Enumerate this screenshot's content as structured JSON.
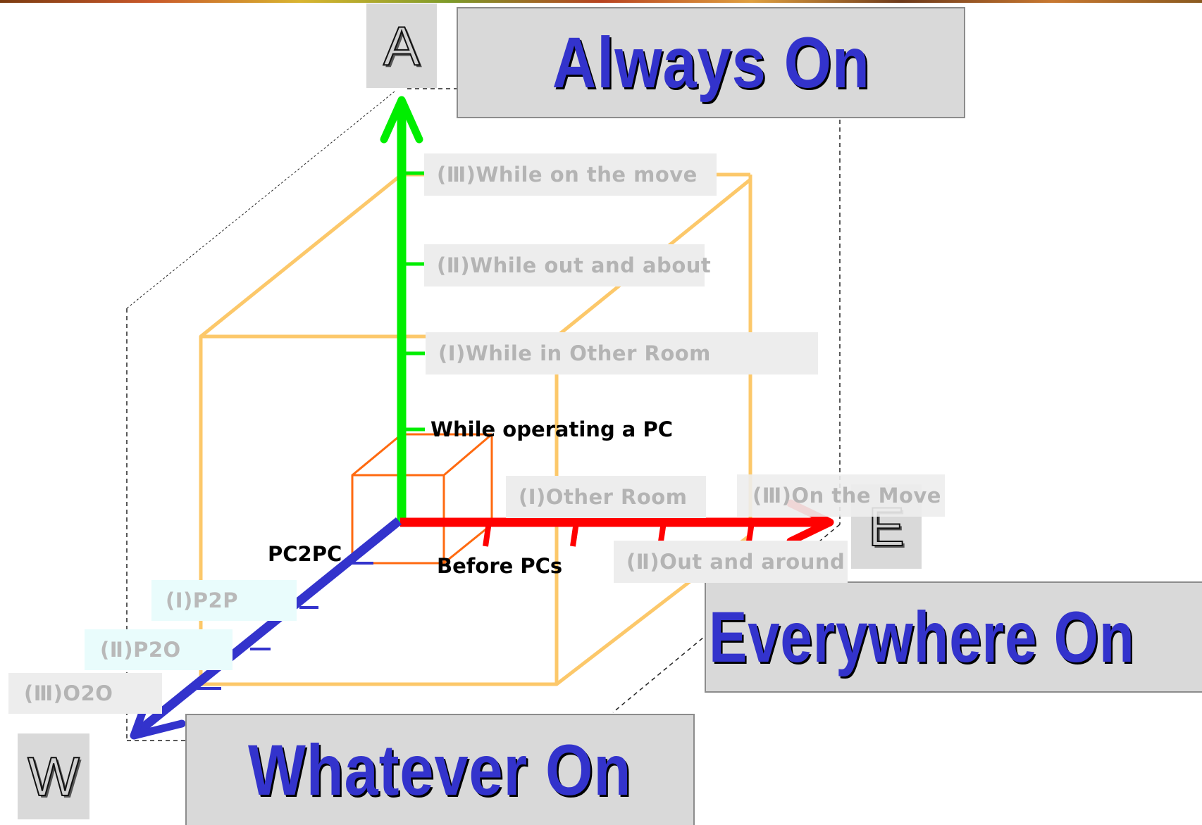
{
  "diagram": {
    "axes": {
      "always": {
        "letter": "A",
        "title": "Always On",
        "color": "#00ee00"
      },
      "everywhere": {
        "letter": "E",
        "title": "Everywhere On",
        "color": "#ff0000"
      },
      "whatever": {
        "letter": "W",
        "title": "Whatever On",
        "color": "#3333cc"
      }
    },
    "always_levels": [
      "While operating a PC",
      "(Ⅰ)While in Other Room",
      "(Ⅱ)While out and about",
      "(Ⅲ)While on the move"
    ],
    "everywhere_levels": [
      "Before PCs",
      "(Ⅰ)Other Room",
      "(Ⅱ)Out and around",
      "(Ⅲ)On the Move"
    ],
    "whatever_levels": [
      "PC2PC",
      "(Ⅰ)P2P",
      "(Ⅱ)P2O",
      "(Ⅲ)O2O"
    ],
    "colors": {
      "large_cube": "#fcc86a",
      "small_cube": "#ff6a10",
      "label_box_bg": "#d9d9d9",
      "title_text": "#3333cc"
    }
  }
}
